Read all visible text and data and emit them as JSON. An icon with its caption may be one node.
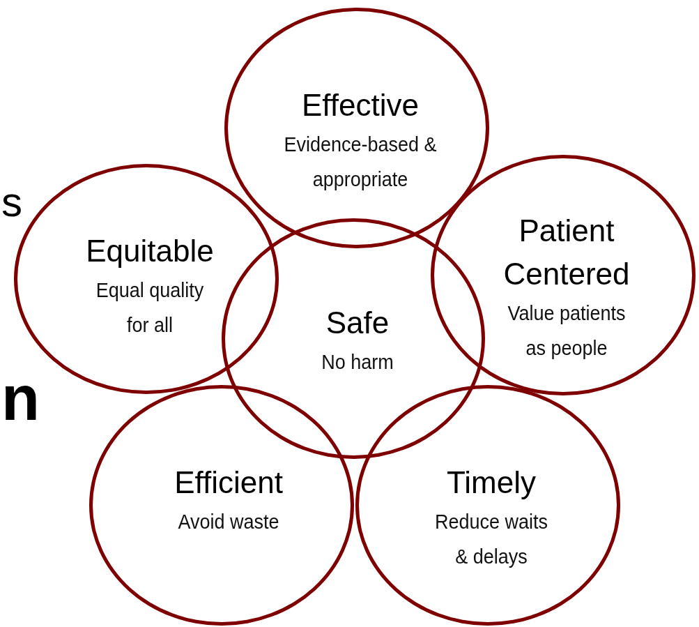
{
  "diagram": {
    "nodes": [
      {
        "text": [
          "Effective",
          "Evidence-based & appropriate"
        ]
      },
      {
        "text": [
          "Equitable",
          "Equal quality for all"
        ]
      },
      {
        "text": [
          "Patient Centered",
          "Value patients as people"
        ]
      },
      {
        "text": [
          "Safe",
          "No harm"
        ]
      },
      {
        "text": [
          "Efficient",
          "Avoid waste"
        ]
      },
      {
        "text": [
          "Timely",
          "Reduce waits & delays"
        ]
      }
    ],
    "edges": [],
    "labels": [
      "s",
      "n"
    ]
  }
}
